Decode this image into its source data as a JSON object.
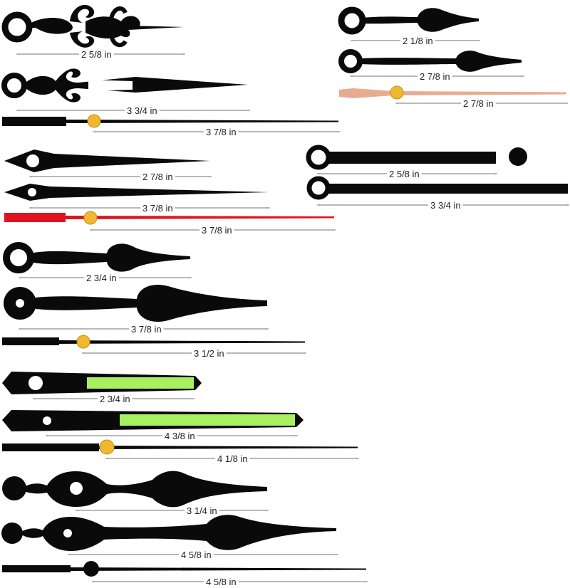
{
  "colors": {
    "hand": "#0a0a0a",
    "lume": "#a8f060",
    "red": "#e0141e",
    "rose_gold": "#e8ab90",
    "cap_gold": "#f0b830",
    "dim_line": "#444444",
    "background": "#ffffff"
  },
  "measurements": {
    "ornate_hour": "2 5/8 in",
    "ornate_minute": "3 3/4 in",
    "ornate_second": "3 7/8 in",
    "spade_hour": "2 7/8 in",
    "spade_minute": "3 7/8 in",
    "red_second": "3 7/8 in",
    "small_hour": "2 3/4 in",
    "big_minute": "3 7/8 in",
    "plain_second": "3 1/2 in",
    "lume_hour": "2 3/4 in",
    "lume_minute": "4 3/8 in",
    "lume_second": "4 1/8 in",
    "serpentine_hour": "3 1/4 in",
    "serpentine_minute": "4 5/8 in",
    "ball_second": "4 5/8 in",
    "top_hour": "2 1/8 in",
    "top_minute": "2 7/8 in",
    "rose_second": "2 7/8 in",
    "bar_hour": "2 5/8 in",
    "bar_minute": "3 3/4 in"
  }
}
